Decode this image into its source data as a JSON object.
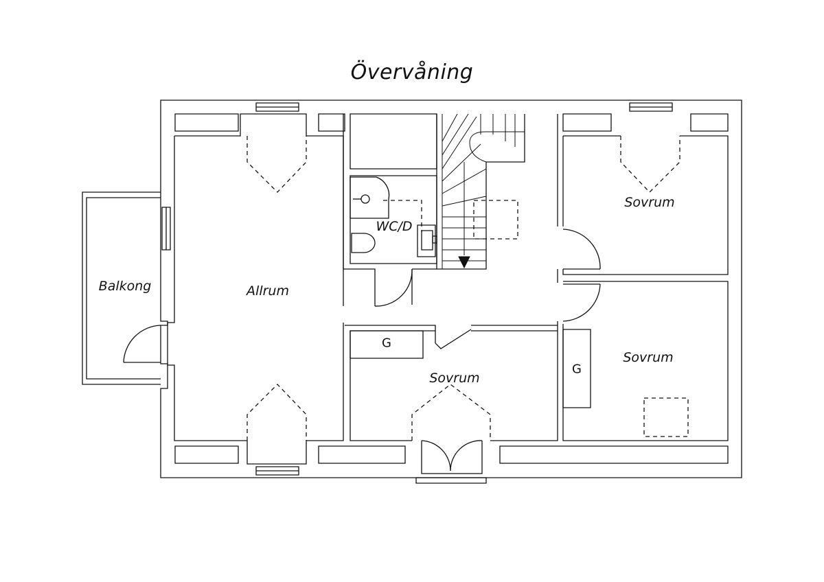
{
  "title": "Övervåning",
  "rooms": {
    "allrum": "Allrum",
    "balkong": "Balkong",
    "wc": "WC/D",
    "sovrum_top_right": "Sovrum",
    "sovrum_bottom_right": "Sovrum",
    "sovrum_bottom_center": "Sovrum",
    "closet_center": "G",
    "closet_right": "G"
  }
}
